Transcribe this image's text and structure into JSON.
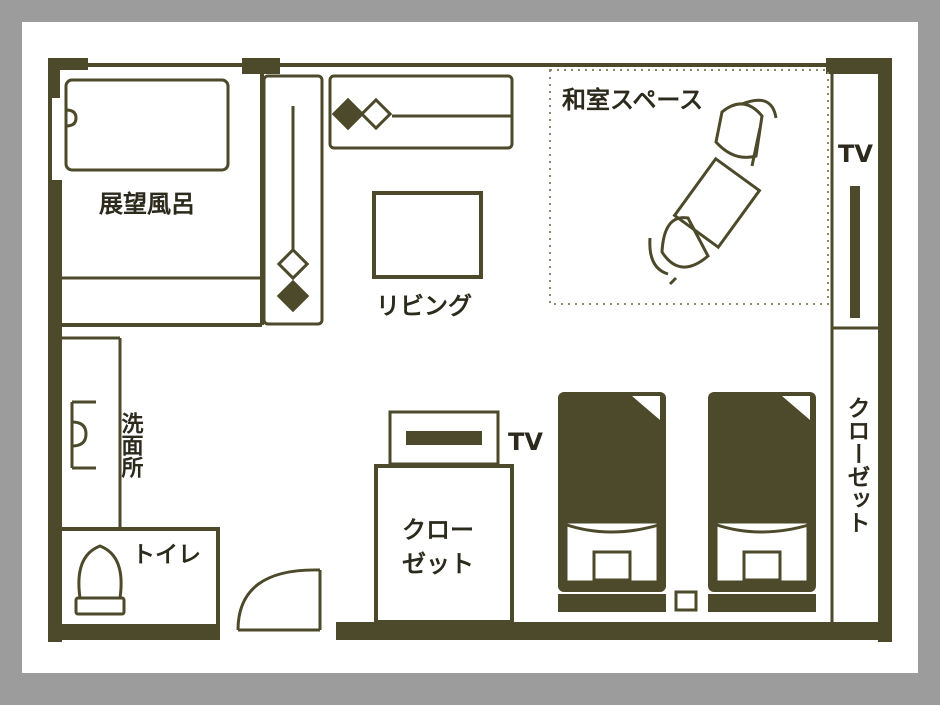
{
  "colors": {
    "frame": "#9c9c9c",
    "background": "#ffffff",
    "wall": "#4c4a2a",
    "furniture_line": "#4c4a2a",
    "dotted": "#8a8a6a",
    "text": "#2b2a1c"
  },
  "labels": {
    "bath": "展望風呂",
    "washroom": "洗面所",
    "toilet": "トイレ",
    "living": "リビング",
    "japanese_space": "和室スペース",
    "tv_right": "TV",
    "tv_center": "TV",
    "closet_center_line1": "クロー",
    "closet_center_line2": "ゼット",
    "closet_right": "クローゼット"
  }
}
